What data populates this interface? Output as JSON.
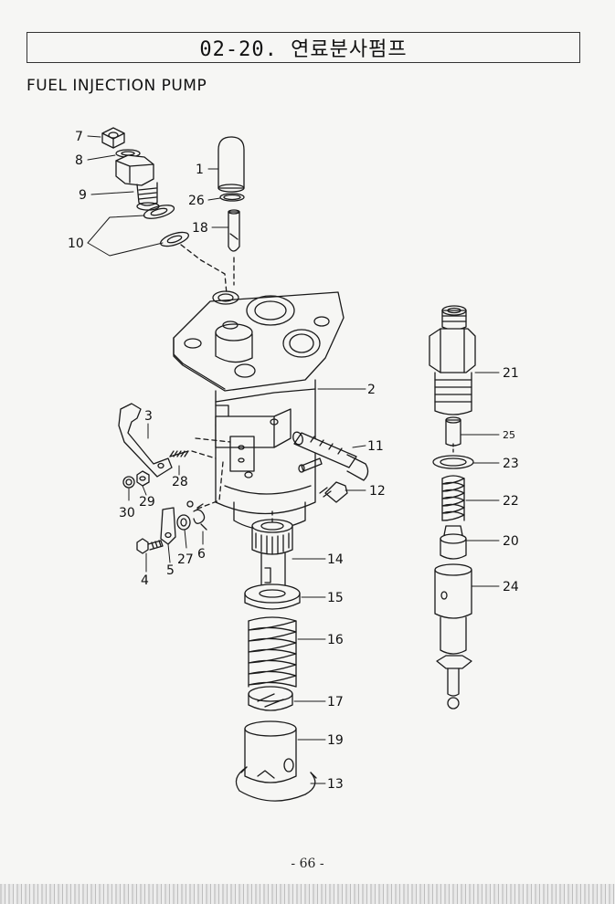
{
  "header": {
    "title": "02-20. 연료분사펌프",
    "subtitle": "FUEL INJECTION PUMP"
  },
  "callouts": {
    "c1": "1",
    "c2": "2",
    "c3": "3",
    "c4": "4",
    "c5": "5",
    "c6": "6",
    "c7": "7",
    "c8": "8",
    "c9": "9",
    "c10": "10",
    "c11": "11",
    "c12": "12",
    "c13": "13",
    "c14": "14",
    "c15": "15",
    "c16": "16",
    "c17": "17",
    "c18": "18",
    "c19": "19",
    "c20": "20",
    "c21": "21",
    "c22": "22",
    "c23": "23",
    "c24": "24",
    "c25": "25",
    "c26": "26",
    "c27": "27",
    "c28": "28",
    "c29": "29",
    "c30": "30"
  },
  "footer": {
    "page_number": "- 66 -"
  }
}
